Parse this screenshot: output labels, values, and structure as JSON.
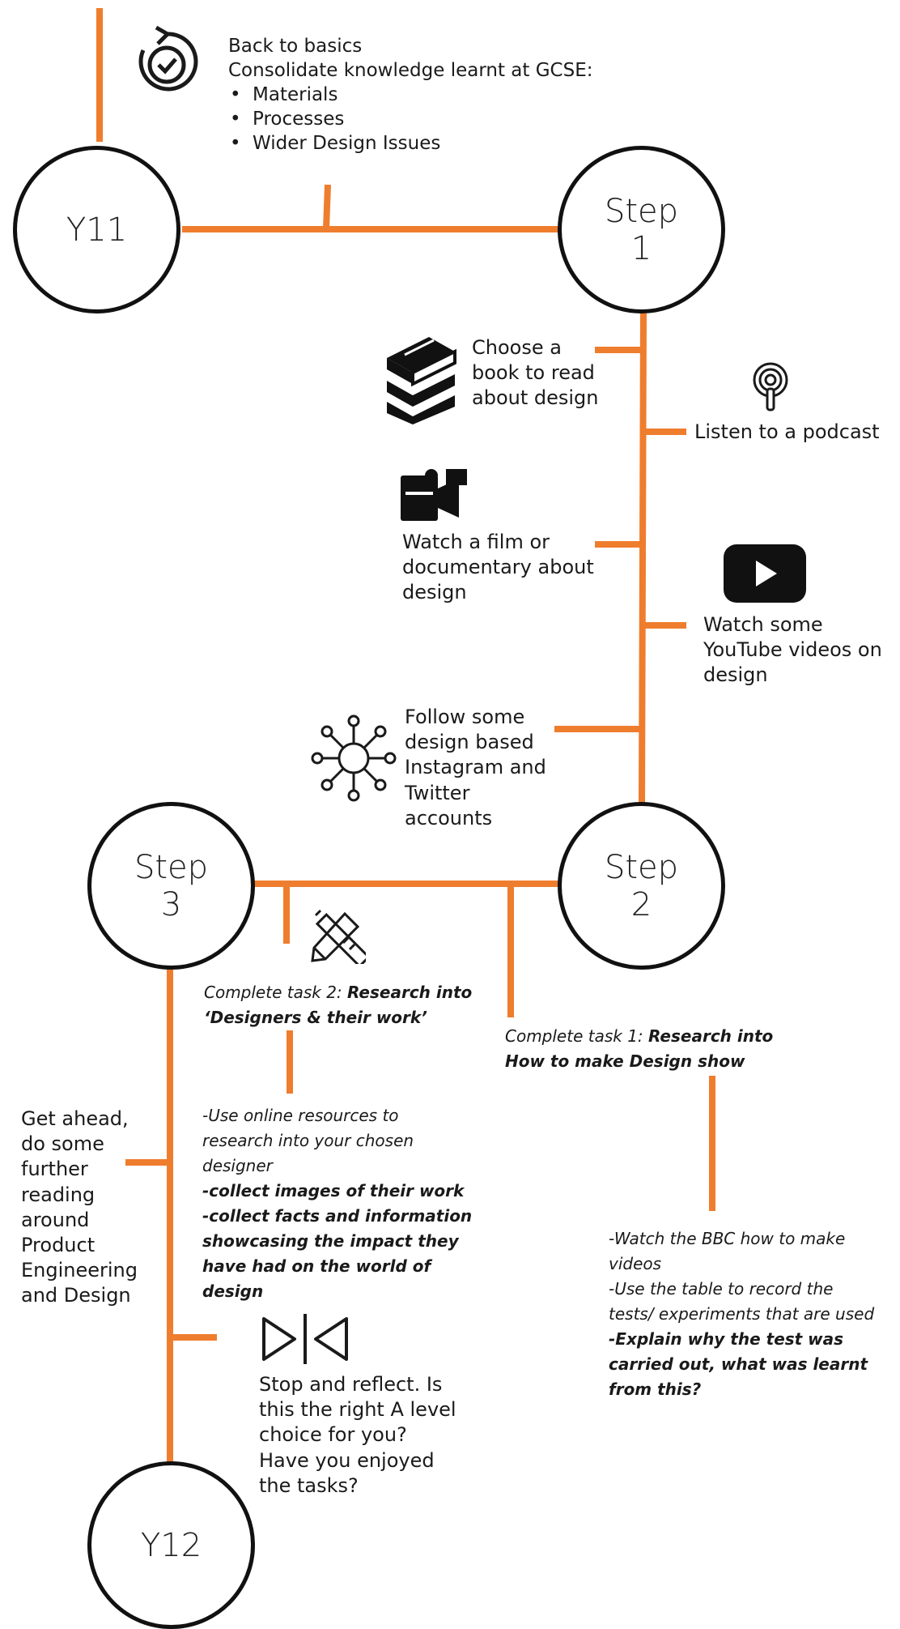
{
  "colors": {
    "line": "#ef7d2e",
    "circle_border": "#111111",
    "text": "#1a1a1a"
  },
  "nodes": {
    "y11": "Y11",
    "step1": {
      "line1": "Step",
      "line2": "1"
    },
    "step2": {
      "line1": "Step",
      "line2": "2"
    },
    "step3": {
      "line1": "Step",
      "line2": "3"
    },
    "y12": "Y12"
  },
  "back_to_basics": {
    "icon": "refresh-check-icon",
    "title": "Back to basics",
    "subtitle": "Consolidate knowledge learnt at GCSE:",
    "bullets": [
      "Materials",
      "Processes",
      "Wider Design Issues"
    ]
  },
  "step1_activities": {
    "book": {
      "icon": "books-icon",
      "line1": "Choose a",
      "line2": "book to read",
      "line3": "about design"
    },
    "podcast": {
      "icon": "podcast-icon",
      "text": "Listen to a podcast"
    },
    "film": {
      "icon": "film-camera-icon",
      "line1": "Watch a film or",
      "line2": "documentary about",
      "line3": "design"
    },
    "youtube": {
      "icon": "youtube-play-icon",
      "line1": "Watch some",
      "line2": "YouTube videos on",
      "line3": "design"
    },
    "social": {
      "icon": "network-icon",
      "line1": "Follow some",
      "line2": "design based",
      "line3": "Instagram and",
      "line4": "Twitter",
      "line5": "accounts"
    }
  },
  "task2": {
    "icon": "pencil-ruler-icon",
    "prefix": "Complete task 2: ",
    "bold1": "Research into",
    "bold2": "‘Designers & their work’",
    "detail1": "-Use online resources to",
    "detail2": "research into your chosen",
    "detail3": "designer",
    "bold_detail1": "-collect images of their work",
    "bold_detail2": "-collect facts and information",
    "bold_detail3": "showcasing the impact they",
    "bold_detail4": "have had on the world of",
    "bold_detail5": "design"
  },
  "task1": {
    "prefix": "Complete task 1: ",
    "bold1": "Research into",
    "bold2": "How to make Design show",
    "detail1": "-Watch the BBC how to make",
    "detail2": "videos",
    "detail3": "-Use the table to record the",
    "detail4": "tests/ experiments that are used",
    "bold_detail1": "-Explain why the test was",
    "bold_detail2": "carried out, what was learnt",
    "bold_detail3": "from this?"
  },
  "get_ahead": {
    "lines": [
      "Get ahead,",
      "do some",
      "further",
      "reading",
      "around",
      "Product",
      "Engineering",
      "and Design"
    ]
  },
  "reflect": {
    "icon": "reflect-arrows-icon",
    "lines": [
      "Stop and reflect. Is",
      "this the right A level",
      "choice for you?",
      "Have you enjoyed",
      "the tasks?"
    ]
  }
}
